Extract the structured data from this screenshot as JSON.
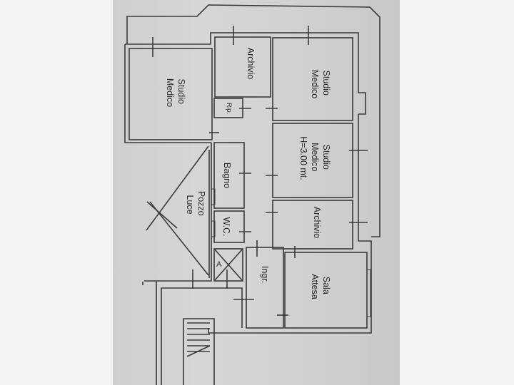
{
  "floor_plan": {
    "rooms": [
      {
        "id": "studio-medico-1",
        "lines": [
          "Studio",
          "Medico"
        ]
      },
      {
        "id": "archivio-1",
        "lines": [
          "Archivio"
        ]
      },
      {
        "id": "studio-medico-2",
        "lines": [
          "Studio",
          "Medico"
        ]
      },
      {
        "id": "ripostiglio",
        "lines": [
          "Rip."
        ]
      },
      {
        "id": "studio-medico-3",
        "lines": [
          "Studio",
          "Medico",
          "H=3.00 mt."
        ]
      },
      {
        "id": "bagno",
        "lines": [
          "Bagno"
        ]
      },
      {
        "id": "pozzo-luce",
        "lines": [
          "Pozzo",
          "Luce"
        ]
      },
      {
        "id": "wc",
        "lines": [
          "W.C."
        ]
      },
      {
        "id": "archivio-2",
        "lines": [
          "Archivio"
        ]
      },
      {
        "id": "ascensore",
        "lines": [
          "A"
        ]
      },
      {
        "id": "ingresso",
        "lines": [
          "Ingr."
        ]
      },
      {
        "id": "sala-attesa",
        "lines": [
          "Sala",
          "Attesa"
        ]
      }
    ]
  }
}
